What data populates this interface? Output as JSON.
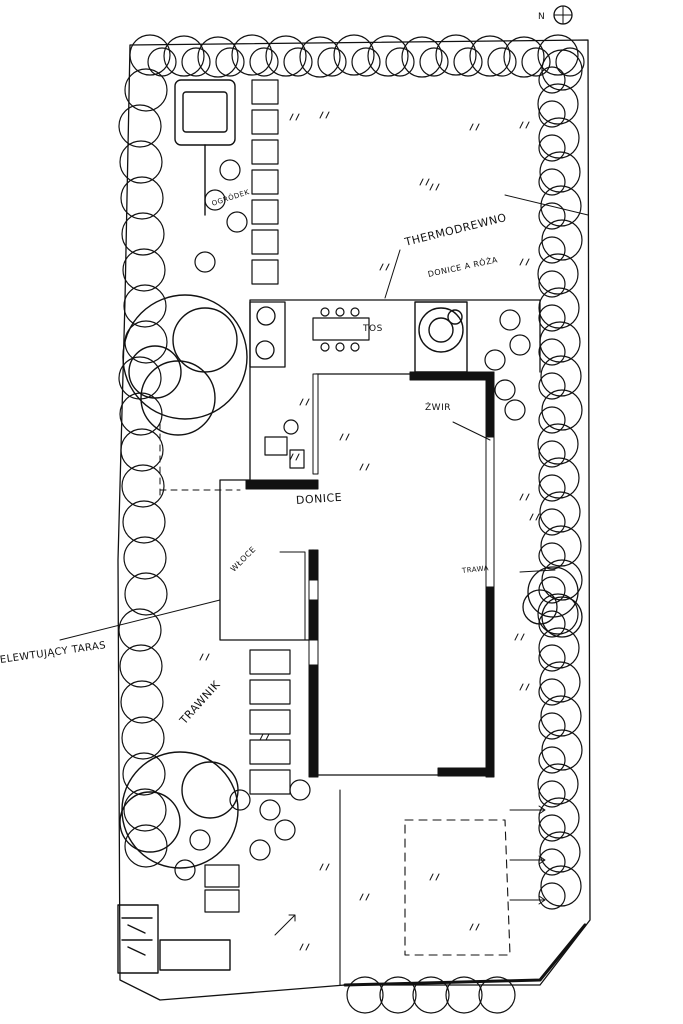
{
  "sheet": {
    "ink_color": "#111111",
    "paper_color": "#ffffff",
    "north_symbol": "north-arrow-icon"
  },
  "labels": {
    "thermodrewno": "THERMODREWNO",
    "donice_roza": "DONICE A RÓŻA",
    "zwir": "ŻWIR",
    "donice": "DONICE",
    "wilgoc": "WŁOCE",
    "rekreacyjny_taras": "ELEWTUJĄCY TARAS",
    "trawnik": "TRAWNIK",
    "ogrodek": "OGRÓDEK",
    "trawa": "TRAWA",
    "tos": "TOS"
  }
}
